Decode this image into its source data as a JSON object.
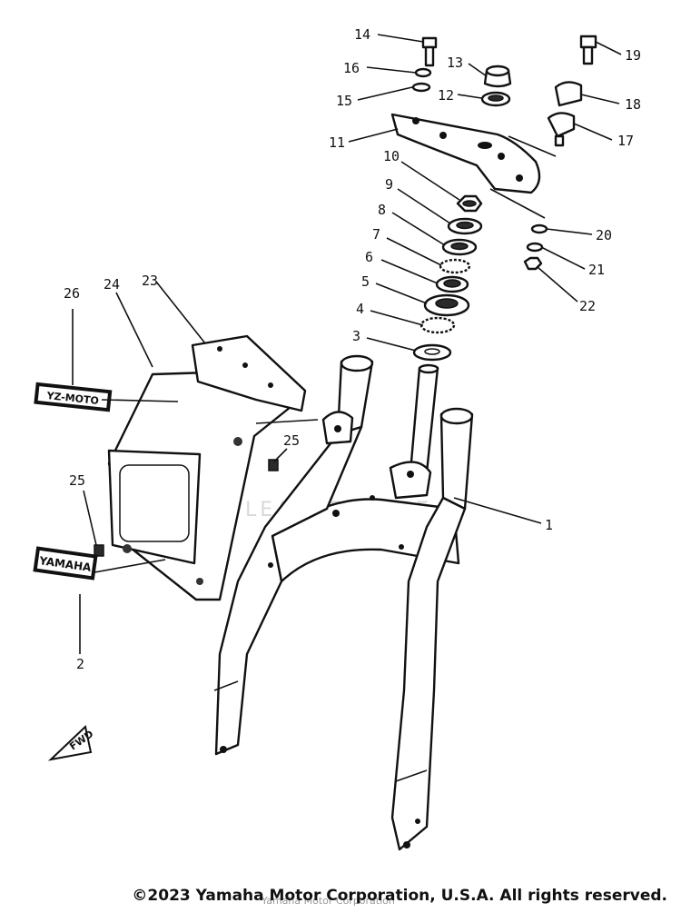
{
  "callouts": {
    "n1": "1",
    "n2": "2",
    "n3": "3",
    "n4": "4",
    "n5": "5",
    "n6": "6",
    "n7": "7",
    "n8": "8",
    "n9": "9",
    "n10": "10",
    "n11": "11",
    "n12": "12",
    "n13": "13",
    "n14": "14",
    "n15": "15",
    "n16": "16",
    "n17": "17",
    "n18": "18",
    "n19": "19",
    "n20": "20",
    "n21": "21",
    "n22": "22",
    "n23": "23",
    "n24": "24",
    "n25a": "25",
    "n25b": "25",
    "n26": "26"
  },
  "decals": {
    "yamaha": "YAMAHA",
    "yz_model": "YZ-MOTO",
    "fwd": "FWD"
  },
  "watermark": "LEADVENTURE",
  "copyright": "©2023 Yamaha Motor Corporation, U.S.A. All rights reserved.",
  "copyright_faint": "Yamaha Motor Corporation"
}
